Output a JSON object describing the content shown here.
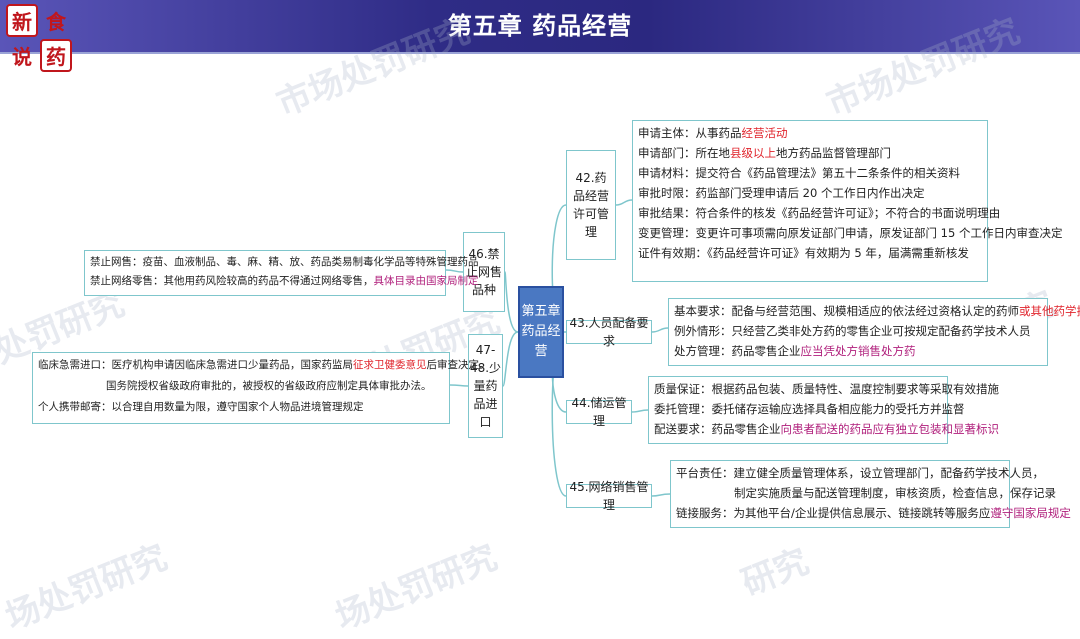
{
  "logo": {
    "c1": "新",
    "c2": "食",
    "c3": "说",
    "c4": "药"
  },
  "header": {
    "title": "第五章 药品经营"
  },
  "watermarks": [
    "市场处罚研究",
    "市场处罚研究",
    "处罚研究",
    "市场处罚研究",
    "处罚研究",
    "场处罚研究",
    "场处罚研究",
    "研究"
  ],
  "center": {
    "label": "第五章药品经营"
  },
  "nodes": {
    "n42": "42.药品经营许可管理",
    "n43": "43.人员配备要求",
    "n44": "44.储运管理",
    "n45": "45.网络销售管理",
    "n46": "46.禁止网售品种",
    "n47": "47-48.少量药品进口"
  },
  "b42": {
    "r1": {
      "label": "申请主体：",
      "text": "从事药品",
      "hl": "经营活动"
    },
    "r2": {
      "label": "申请部门：",
      "pre": "所在地",
      "hl": "县级以上",
      "post": "地方药品监督管理部门"
    },
    "r3": {
      "label": "申请材料：",
      "text": "提交符合《药品管理法》第五十二条条件的相关资料"
    },
    "r4": {
      "label": "审批时限：",
      "text": "药监部门受理申请后 20 个工作日内作出决定"
    },
    "r5": {
      "label": "审批结果：",
      "text": "符合条件的核发《药品经营许可证》；不符合的书面说明理由"
    },
    "r6": {
      "label": "变更管理：",
      "text": "变更许可事项需向原发证部门申请，原发证部门 15 个工作日内审查决定"
    },
    "r7": {
      "label": "证件有效期：",
      "text": "《药品经营许可证》有效期为 5 年，届满需重新核发"
    }
  },
  "b43": {
    "r1": {
      "label": "基本要求：",
      "text": "配备与经营范围、规模相适应的依法经过资格认定的药师",
      "hl": "或其他药学技术人员"
    },
    "r2": {
      "label": "例外情形：",
      "text": "只经营乙类非处方药的零售企业可按规定配备药学技术人员"
    },
    "r3": {
      "label": "处方管理：",
      "text": "药品零售企业",
      "hl": "应当凭处方销售处方药"
    }
  },
  "b44": {
    "r1": {
      "label": "质量保证：",
      "text": "根据药品包装、质量特性、温度控制要求等采取有效措施"
    },
    "r2": {
      "label": "委托管理：",
      "text": "委托储存运输应选择具备相应能力的受托方并监督"
    },
    "r3": {
      "label": "配送要求：",
      "text": "药品零售企业",
      "hl": "向患者配送的药品应有独立包装和显著标识"
    }
  },
  "b45": {
    "r1": {
      "label": "平台责任：",
      "text": "建立健全质量管理体系，设立管理部门，配备药学技术人员，"
    },
    "r2": {
      "text": "制定实施质量与配送管理制度，审核资质，检查信息，保存记录"
    },
    "r3": {
      "label": "链接服务：",
      "text": "为其他平台/企业提供信息展示、链接跳转等服务应",
      "hl": "遵守国家局规定"
    }
  },
  "b46": {
    "r1": {
      "label": "禁止网售：",
      "text": "疫苗、血液制品、毒、麻、精、放、药品类易制毒化学品等特殊管理药品"
    },
    "r2": {
      "label": "禁止网络零售：",
      "text": "其他用药风险较高的药品不得通过网络零售，",
      "hl": "具体目录由国家局制定"
    }
  },
  "b47": {
    "r1": {
      "label": "临床急需进口：",
      "pre": "医疗机构申请因临床急需进口少量药品，国家药监局",
      "hl": "征求卫健委意见",
      "post": "后审查决定。"
    },
    "r2": {
      "text": "国务院授权省级政府审批的，被授权的省级政府应制定具体审批办法。"
    },
    "r3": {
      "label": "个人携带邮寄：",
      "text": "以合理自用数量为限，遵守国家个人物品进境管理规定"
    }
  },
  "colors": {
    "header": "#2f2c86",
    "center": "#4a78c2",
    "connector": "#7fc6cc",
    "highlight_red": "#e0242c",
    "highlight_plum": "#b0207c",
    "logo_red": "#c0161c"
  }
}
